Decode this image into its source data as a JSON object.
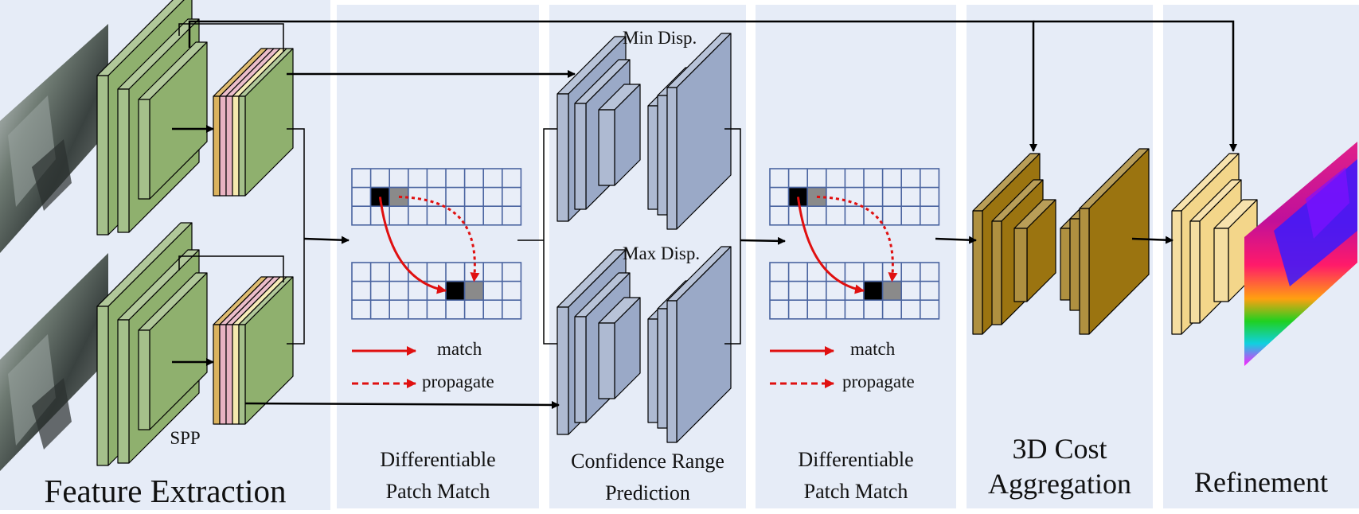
{
  "sections": [
    {
      "name": "feature-extraction",
      "title": "Feature Extraction"
    },
    {
      "name": "patch-match-1",
      "title_line1": "Differentiable",
      "title_line2": "Patch Match"
    },
    {
      "name": "confidence-range",
      "title_line1": "Confidence Range",
      "title_line2": "Prediction"
    },
    {
      "name": "patch-match-2",
      "title_line1": "Differentiable",
      "title_line2": "Patch Match"
    },
    {
      "name": "cost-aggregation",
      "title_line1": "3D Cost",
      "title_line2": "Aggregation"
    },
    {
      "name": "refinement",
      "title": "Refinement"
    }
  ],
  "labels": {
    "spp": "SPP",
    "min_disp": "Min Disp.",
    "max_disp": "Max Disp."
  },
  "legend": {
    "match": "match",
    "propagate": "propagate"
  },
  "colors": {
    "panel_bg": "#e6ecf7",
    "feature_green": "#8fb06e",
    "spp_orange": "#d2a036",
    "spp_pink": "#e3a0b3",
    "spp_yellow": "#f2e39a",
    "range_blue": "#9aa9c7",
    "cost_gold": "#9b7410",
    "refine_cream": "#f3d68a",
    "grid_blue": "#4a64a0",
    "match_red": "#e01010"
  }
}
